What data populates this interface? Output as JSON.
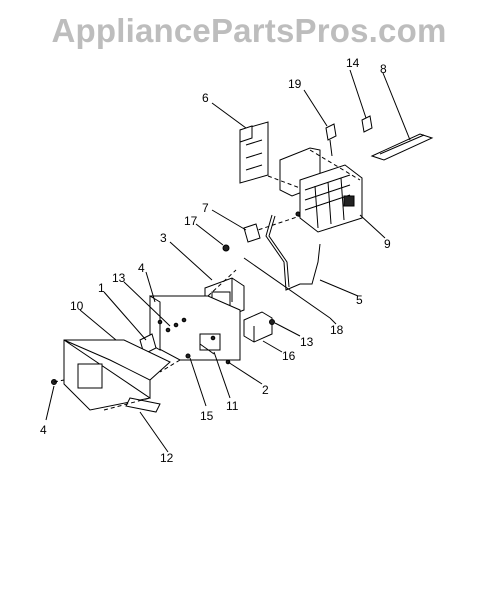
{
  "watermark": "AppliancePartsPros.com",
  "callouts": {
    "c1": "1",
    "c2": "2",
    "c3": "3",
    "c4a": "4",
    "c4b": "4",
    "c5": "5",
    "c6": "6",
    "c7": "7",
    "c8": "8",
    "c9": "9",
    "c10": "10",
    "c11": "11",
    "c12": "12",
    "c13a": "13",
    "c13b": "13",
    "c14": "14",
    "c15": "15",
    "c16": "16",
    "c17": "17",
    "c18": "18",
    "c19": "19"
  }
}
